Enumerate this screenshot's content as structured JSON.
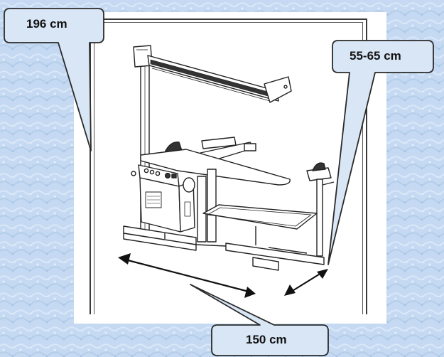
{
  "diagram": {
    "labels": {
      "height": "196 cm",
      "depth": "55-65 cm",
      "width": "150 cm"
    },
    "colors": {
      "background": "#c5daf2",
      "callout_fill": "#d9e6f5",
      "callout_stroke": "#2a2a2a",
      "line": "#222222"
    }
  }
}
